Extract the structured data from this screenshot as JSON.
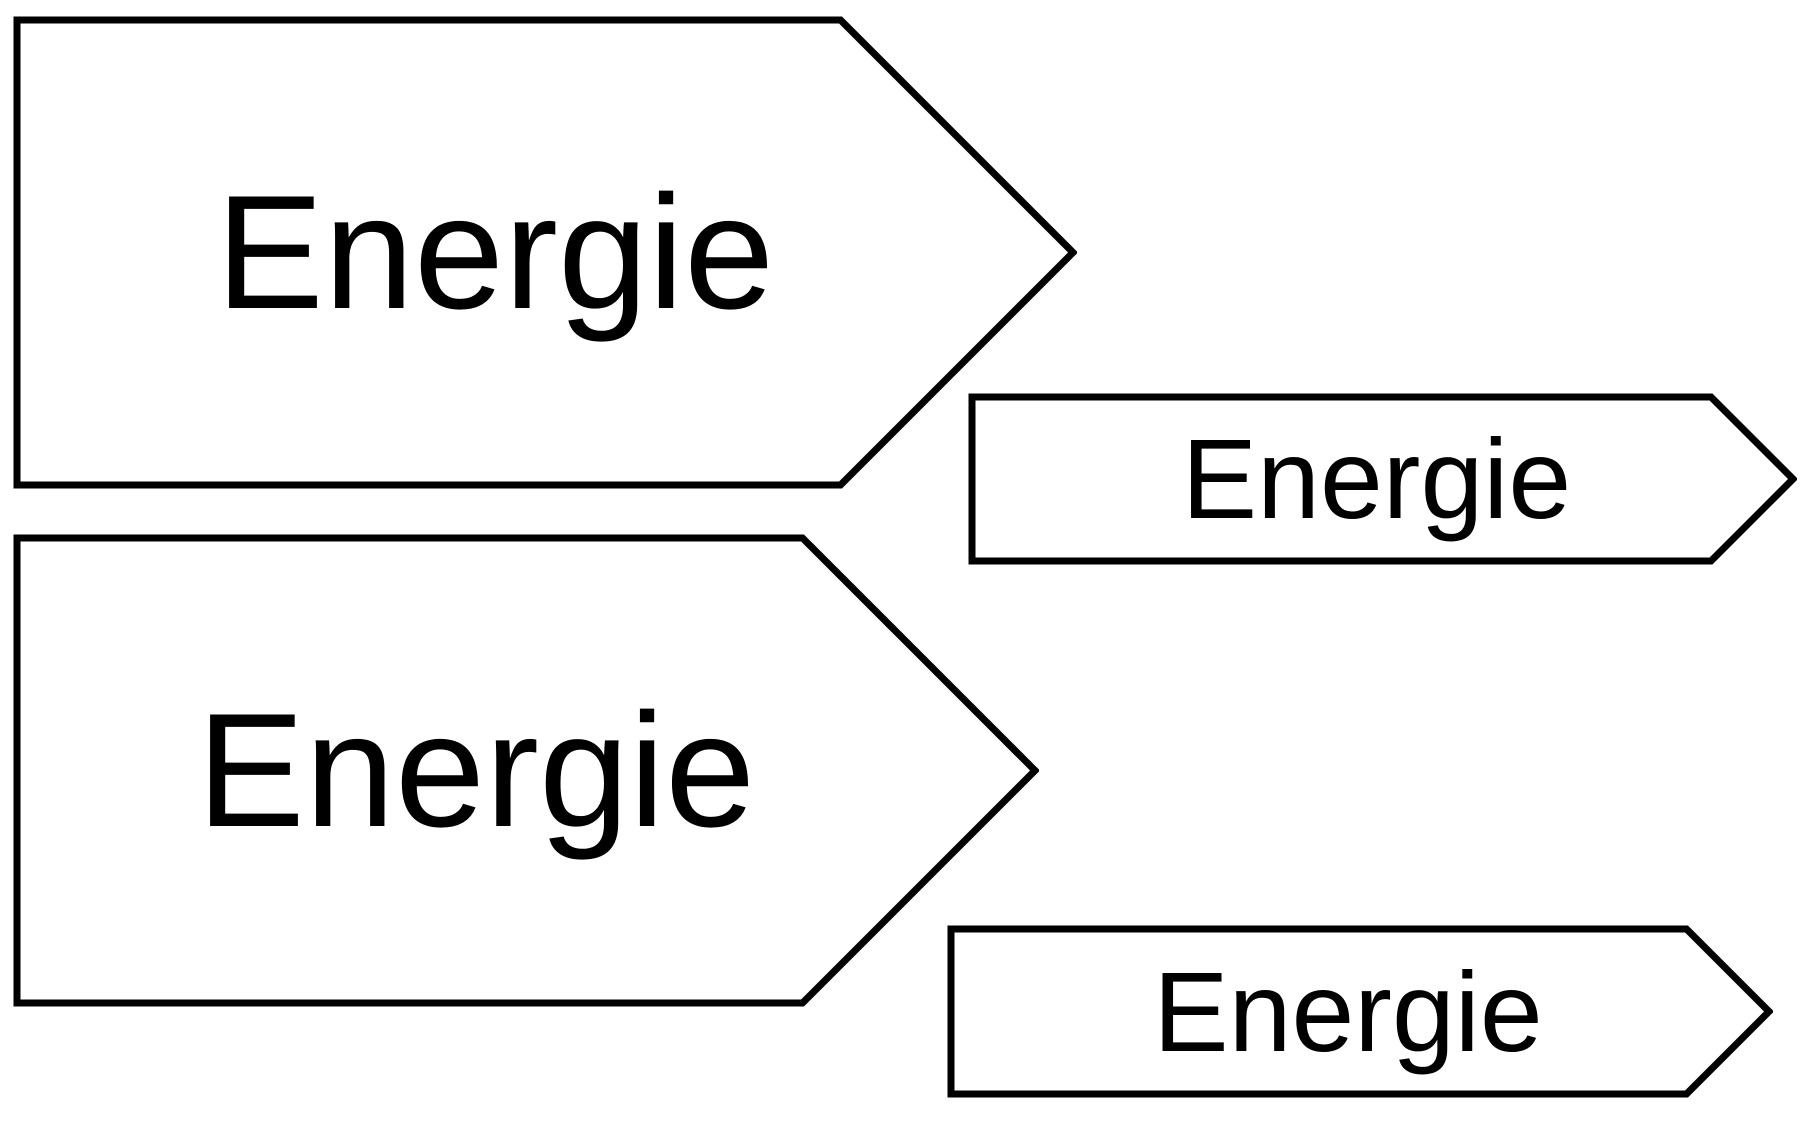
{
  "canvas": {
    "background_color": "#ffffff"
  },
  "style": {
    "stroke_color": "#000000",
    "fill_color": "#ffffff",
    "text_color": "#000000"
  },
  "arrows": [
    {
      "name": "energy-arrow-large-top",
      "label": "Energie"
    },
    {
      "name": "energy-arrow-small-top",
      "label": "Energie"
    },
    {
      "name": "energy-arrow-large-bottom",
      "label": "Energie"
    },
    {
      "name": "energy-arrow-small-bottom",
      "label": "Energie"
    }
  ]
}
